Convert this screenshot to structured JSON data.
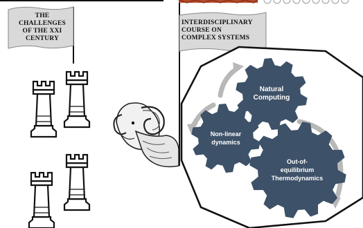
{
  "left_flag": {
    "lines": [
      "THE",
      "CHALLENGES",
      "OF THE XXI",
      "CENTURY"
    ]
  },
  "right_flag": {
    "lines": [
      "INTERDISCIPLINARY",
      "COURSE ON",
      "COMPLEX SYSTEMS"
    ]
  },
  "gears": {
    "natural_computing": {
      "lines": [
        "Natural",
        "Computing"
      ]
    },
    "nonlinear_dynamics": {
      "lines": [
        "Non-linear",
        "dynamics"
      ]
    },
    "thermodynamics": {
      "lines": [
        "Out-of-",
        "equilibrium",
        "Thermodynamics"
      ]
    }
  },
  "colors": {
    "gear_fill": "#3d5168",
    "flag_fill": "#d9d9d9",
    "arrow_gray": "#b8b8b8",
    "outline": "#111111",
    "top_banner_red": "#b84a2a"
  },
  "icons": {
    "ram": "ram-icon",
    "rook": "rook-icon"
  }
}
